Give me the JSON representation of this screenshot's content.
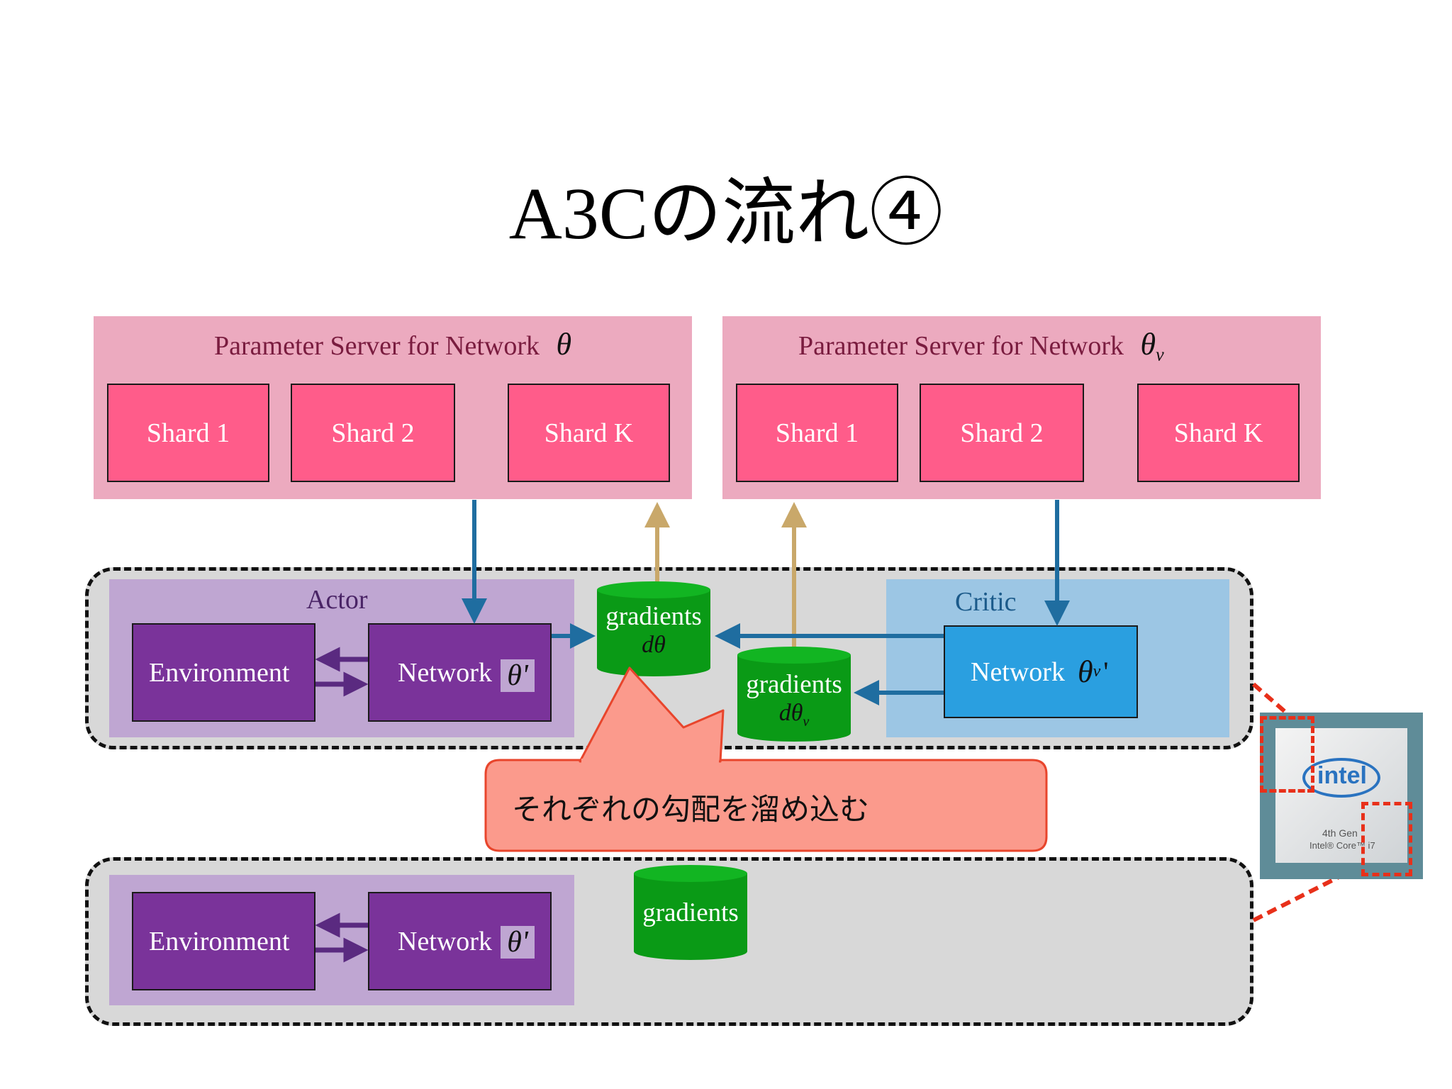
{
  "title": "A3Cの流れ④",
  "ps_left": {
    "label": "Parameter Server for Network",
    "symbol": "θ",
    "shards": [
      "Shard 1",
      "Shard 2",
      "Shard K"
    ]
  },
  "ps_right": {
    "label": "Parameter Server for Network",
    "symbol": "θ",
    "symbol_sub": "v",
    "shards": [
      "Shard 1",
      "Shard 2",
      "Shard K"
    ]
  },
  "worker1": {
    "actor_label": "Actor",
    "critic_label": "Critic",
    "environment": "Environment",
    "network": "Network",
    "theta_prime": "θ'",
    "critic_network": "Network",
    "critic_symbol": "θ",
    "critic_symbol_sub": "v",
    "critic_prime": "'",
    "gradients_actor": {
      "label": "gradients",
      "sub": "dθ"
    },
    "gradients_critic": {
      "label": "gradients",
      "sub": "dθ",
      "sub_sub": "v"
    }
  },
  "worker2": {
    "environment": "Environment",
    "network": "Network",
    "theta_prime": "θ'",
    "gradients": "gradients"
  },
  "callout": "それぞれの勾配を溜め込む",
  "chip": {
    "brand": "intel",
    "line1": "4th Gen",
    "line2": "Intel® Core™ i7"
  },
  "colors": {
    "ps_bg": "#ecaabf",
    "shard": "#ff5c8a",
    "actor": "#7a339a",
    "critic": "#2a9fe0",
    "gradients": "#0a9a16",
    "blue_arrow": "#1f6da0",
    "tan_arrow": "#c9a86a",
    "purple_arrow": "#5a2a80",
    "callout": "#fb9a8c",
    "dashed_red": "#e8301a"
  }
}
